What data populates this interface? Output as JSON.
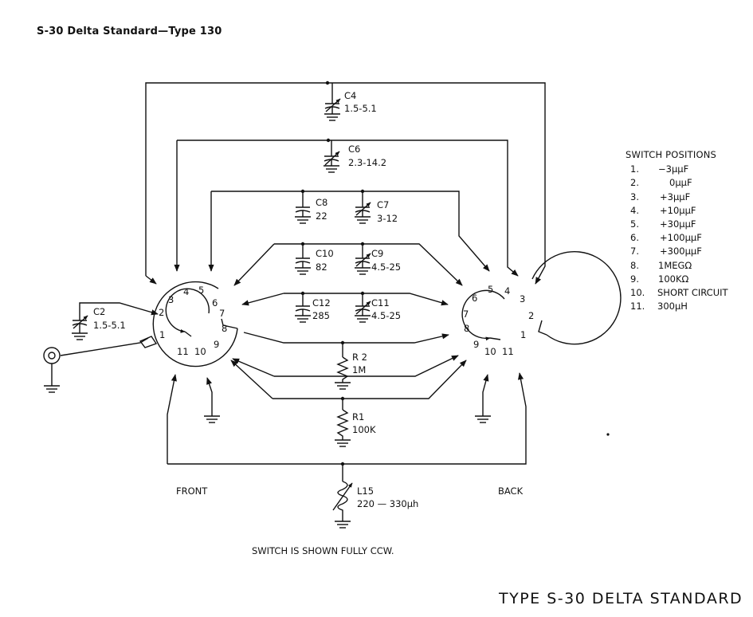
{
  "header": "S-30 Delta Standard—Type 130",
  "footer_title": "TYPE S-30 DELTA STANDARD",
  "note": "SWITCH IS SHOWN FULLY CCW.",
  "switch_labels": {
    "front": "FRONT",
    "back": "BACK"
  },
  "components": {
    "c4": {
      "name": "C4",
      "value": "1.5-5.1"
    },
    "c6": {
      "name": "C6",
      "value": "2.3-14.2"
    },
    "c8": {
      "name": "C8",
      "value": "22"
    },
    "c7": {
      "name": "C7",
      "value": "3-12"
    },
    "c10": {
      "name": "C10",
      "value": "82"
    },
    "c9": {
      "name": "C9",
      "value": "4.5-25"
    },
    "c12": {
      "name": "C12",
      "value": "285"
    },
    "c11": {
      "name": "C11",
      "value": "4.5-25"
    },
    "c2": {
      "name": "C2",
      "value": "1.5-5.1"
    },
    "r2": {
      "name": "R 2",
      "value": "1M"
    },
    "r1": {
      "name": "R1",
      "value": "100K"
    },
    "l15": {
      "name": "L15",
      "value": "220 — 330µh"
    }
  },
  "front_positions": [
    "1",
    "2",
    "3",
    "4",
    "5",
    "6",
    "7",
    "8",
    "9",
    "10",
    "11"
  ],
  "back_positions": [
    "1",
    "2",
    "3",
    "4",
    "5",
    "6",
    "7",
    "8",
    "9",
    "10",
    "11"
  ],
  "legend": {
    "title": "SWITCH POSITIONS",
    "items": [
      {
        "num": "1.",
        "text": "−3µµF"
      },
      {
        "num": "2.",
        "text": "0µµF"
      },
      {
        "num": "3.",
        "text": "+3µµF"
      },
      {
        "num": "4.",
        "text": "+10µµF"
      },
      {
        "num": "5.",
        "text": "+30µµF"
      },
      {
        "num": "6.",
        "text": "+100µµF"
      },
      {
        "num": "7.",
        "text": "+300µµF"
      },
      {
        "num": "8.",
        "text": "1MEGΩ"
      },
      {
        "num": "9.",
        "text": "100KΩ"
      },
      {
        "num": "10.",
        "text": "SHORT CIRCUIT"
      },
      {
        "num": "11.",
        "text": "300µH"
      }
    ]
  }
}
